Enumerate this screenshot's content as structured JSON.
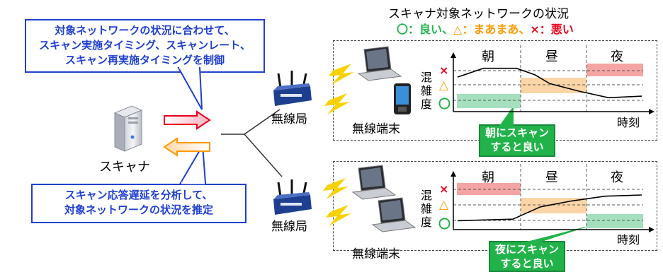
{
  "legend": {
    "title": "スキャナ対象ネットワークの状況",
    "good_symbol": "〇",
    "good_text": "：良い、",
    "ok_symbol": "△",
    "ok_text": "：まあまあ、",
    "bad_symbol": "×",
    "bad_text": "：悪い"
  },
  "callouts": {
    "top": [
      "対象ネットワークの状況に合わせて、",
      "スキャン実施タイミング、スキャンレート、",
      "スキャン再実施タイミングを制御"
    ],
    "bottom": [
      "スキャン応答遅延を分析して、",
      "対象ネットワークの状況を推定"
    ]
  },
  "scanner_label": "スキャナ",
  "ap_label": "無線局",
  "terminal_label": "無線端末",
  "charts": {
    "y_label": [
      "混",
      "雑",
      "度"
    ],
    "x_label": "時刻",
    "periods": [
      "朝",
      "昼",
      "夜"
    ],
    "symbols": [
      "×",
      "△",
      "〇"
    ]
  },
  "chart_data": [
    {
      "type": "line",
      "categories": [
        "朝",
        "昼",
        "夜"
      ],
      "x": [
        0,
        0.14,
        0.32,
        0.42,
        0.5,
        0.66,
        0.82,
        1.0
      ],
      "values": [
        0.72,
        0.95,
        0.95,
        0.78,
        0.55,
        0.35,
        0.18,
        0.22
      ],
      "ylim": [
        0,
        1
      ],
      "note_recommendation": [
        "朝にスキャン",
        "すると良い"
      ]
    },
    {
      "type": "line",
      "categories": [
        "朝",
        "昼",
        "夜"
      ],
      "x": [
        0,
        0.3,
        0.45,
        0.62,
        0.8,
        1.0
      ],
      "values": [
        0.1,
        0.14,
        0.45,
        0.6,
        0.72,
        0.75
      ],
      "ylim": [
        0,
        1
      ],
      "note_recommendation": [
        "夜にスキャン",
        "すると良い"
      ]
    }
  ],
  "colors": {
    "callout_blue": "#1f3fd0",
    "good_green": "#21b34a",
    "ok_orange": "#ff9900",
    "bad_red": "#e8001c",
    "band_red": "#f5a4a4",
    "band_orange": "#fbd5a6",
    "band_green": "#a6dfbd",
    "bolt_yellow": "#f7d200"
  }
}
